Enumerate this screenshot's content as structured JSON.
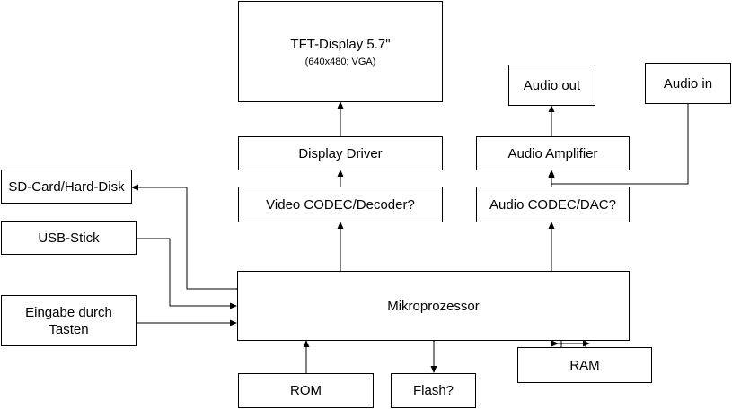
{
  "blocks": {
    "tft": {
      "title": "TFT-Display 5.7\"",
      "subtitle": "(640x480; VGA)"
    },
    "display_driver": "Display Driver",
    "video_codec": "Video CODEC/Decoder?",
    "audio_out": "Audio out",
    "audio_in": "Audio in",
    "audio_amp": "Audio Amplifier",
    "audio_codec": "Audio CODEC/DAC?",
    "sd_card": "SD-Card/Hard-Disk",
    "usb_stick": "USB-Stick",
    "eingabe": "Eingabe durch Tasten",
    "mikroprozessor": "Mikroprozessor",
    "ram": "RAM",
    "rom": "ROM",
    "flash": "Flash?"
  },
  "colors": {
    "line": "#000000",
    "fill": "#ffffff",
    "text": "#000000"
  }
}
